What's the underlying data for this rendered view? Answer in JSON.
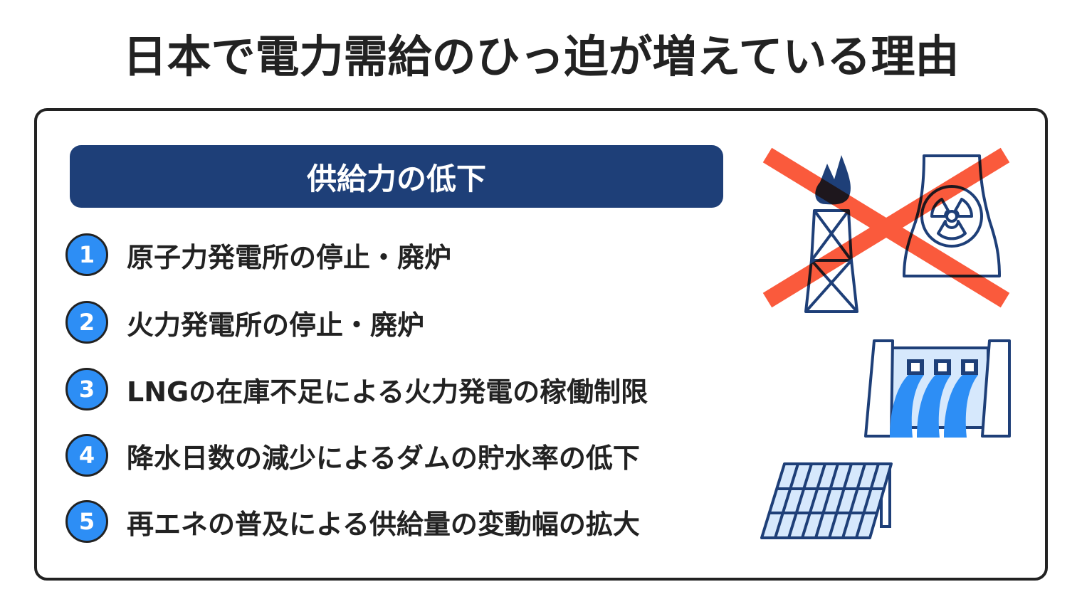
{
  "title": "日本で電力需給のひっ迫が増えている理由",
  "banner": {
    "label": "供給力の低下"
  },
  "items": [
    {
      "num": "1",
      "text": "原子力発電所の停止・廃炉"
    },
    {
      "num": "2",
      "text": "火力発電所の停止・廃炉"
    },
    {
      "num": "3",
      "text": "LNGの在庫不足による火力発電の稼働制限"
    },
    {
      "num": "4",
      "text": "降水日数の減少によるダムの貯水率の低下"
    },
    {
      "num": "5",
      "text": "再エネの普及による供給量の変動幅の拡大"
    }
  ],
  "icons": {
    "thermal_tower": "gas-flare-tower-icon",
    "nuclear_plant": "nuclear-cooling-tower-icon",
    "cross": "red-x-icon",
    "dam": "hydro-dam-icon",
    "solar": "solar-panel-icon"
  },
  "colors": {
    "navy": "#1e3f78",
    "blue": "#2d8ef5",
    "red": "#fa5a3c",
    "light_blue": "#d6e8fc",
    "text": "#222222"
  }
}
